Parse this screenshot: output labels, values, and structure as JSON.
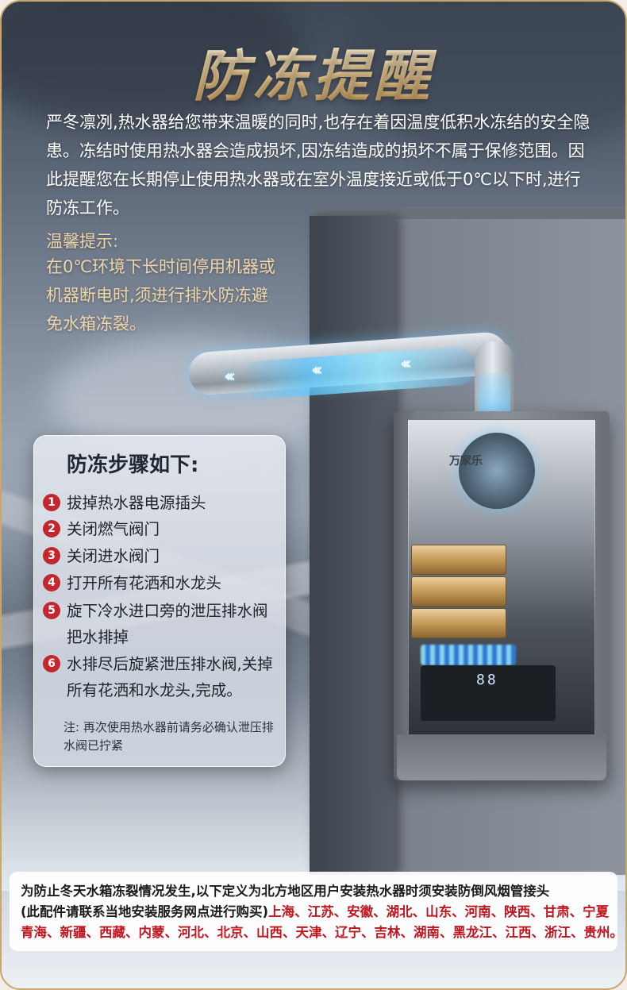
{
  "title": "防冻提醒",
  "intro": "严冬凛冽,热水器给您带来温暖的同时,也存在着因温度低积水冻结的安全隐患。冻结时使用热水器会造成损坏,因冻结造成的损坏不属于保修范围。因此提醒您在长期停止使用热水器或在室外温度接近或低于0℃以下时,进行防冻工作。",
  "tip": {
    "label": "温馨提示:",
    "text": "在0℃环境下长时间停用机器或机器断电时,须进行排水防冻避免水箱冻裂。"
  },
  "steps_panel": {
    "title": "防冻步骤如下:",
    "steps": [
      {
        "num": "1",
        "text": "拔掉热水器电源插头"
      },
      {
        "num": "2",
        "text": "关闭燃气阀门"
      },
      {
        "num": "3",
        "text": "关闭进水阀门"
      },
      {
        "num": "4",
        "text": "打开所有花洒和水龙头"
      },
      {
        "num": "5",
        "text": "旋下冷水进口旁的泄压排水阀把水排掉"
      },
      {
        "num": "6",
        "text": "水排尽后旋紧泄压排水阀,关掉所有花洒和水龙头,完成。"
      }
    ],
    "note": "注: 再次使用热水器前请务必确认泄压排水阀已拧紧"
  },
  "product": {
    "brand": "万家乐",
    "display_digits": "88"
  },
  "bottom_notice": {
    "line1": "为防止冬天水箱冻裂情况发生,以下定义为北方地区用户安装热水器时须安装防倒风烟管接头",
    "line2_prefix": "(此配件请联系当地安装服务网点进行购买)",
    "line2_regions": "上海、江苏、安徽、湖北、山东、河南、陕西、甘肃、宁夏",
    "line3_regions": "青海、新疆、西藏、内蒙、河北、北京、山西、天津、辽宁、吉林、湖南、黑龙江、江西、浙江、贵州。"
  },
  "colors": {
    "title_gold": "#e9c88f",
    "tip_gold": "#f0d6ab",
    "step_red": "#c3262d",
    "region_red": "#c0161f",
    "border_gold": "#c9a66b"
  }
}
